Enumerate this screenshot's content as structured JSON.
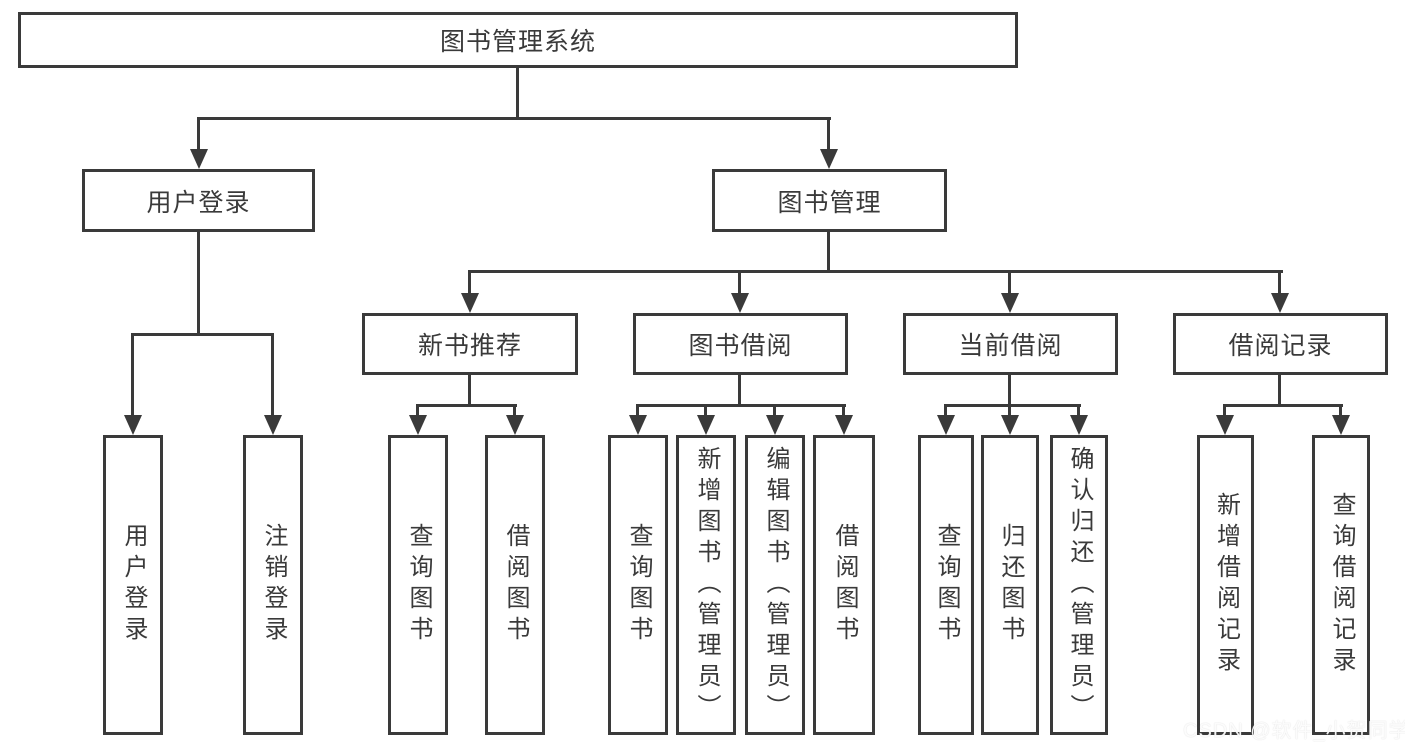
{
  "diagram_title": "图书管理系统",
  "tree": {
    "root": {
      "label": "图书管理系统"
    },
    "branches": [
      {
        "label": "用户登录",
        "children": [
          {
            "label": "用户登录"
          },
          {
            "label": "注销登录"
          }
        ]
      },
      {
        "label": "图书管理",
        "sections": [
          {
            "label": "新书推荐",
            "children": [
              {
                "label": "查询图书"
              },
              {
                "label": "借阅图书"
              }
            ]
          },
          {
            "label": "图书借阅",
            "children": [
              {
                "label": "查询图书"
              },
              {
                "label": "新增图书（管理员）"
              },
              {
                "label": "编辑图书（管理员）"
              },
              {
                "label": "借阅图书"
              }
            ]
          },
          {
            "label": "当前借阅",
            "children": [
              {
                "label": "查询图书"
              },
              {
                "label": "归还图书"
              },
              {
                "label": "确认归还（管理员）"
              }
            ]
          },
          {
            "label": "借阅记录",
            "children": [
              {
                "label": "新增借阅记录"
              },
              {
                "label": "查询借阅记录"
              }
            ]
          }
        ]
      }
    ]
  },
  "watermark": {
    "text": "CSDN @软件_小贺同学"
  },
  "colors": {
    "line": "#3a3a3a",
    "text": "#3a3a3a",
    "background": "#ffffff"
  }
}
